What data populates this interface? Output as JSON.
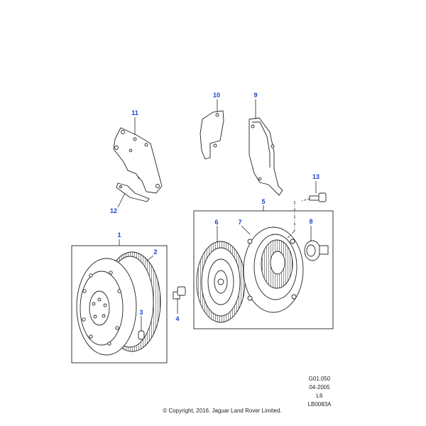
{
  "callouts": {
    "c1": "1",
    "c2": "2",
    "c3": "3",
    "c4": "4",
    "c5": "5",
    "c6": "6",
    "c7": "7",
    "c8": "8",
    "c9": "9",
    "c10": "10",
    "c11": "11",
    "c12": "12",
    "c13": "13"
  },
  "reference": {
    "code": "G01.050",
    "date": "04-2005",
    "model": "L6",
    "illustration": "LB0083A"
  },
  "copyright": "© Copyright, 2016. Jaguar Land Rover Limited.",
  "colors": {
    "callout": "#1f3fcf",
    "line": "#222222",
    "background": "#ffffff"
  }
}
